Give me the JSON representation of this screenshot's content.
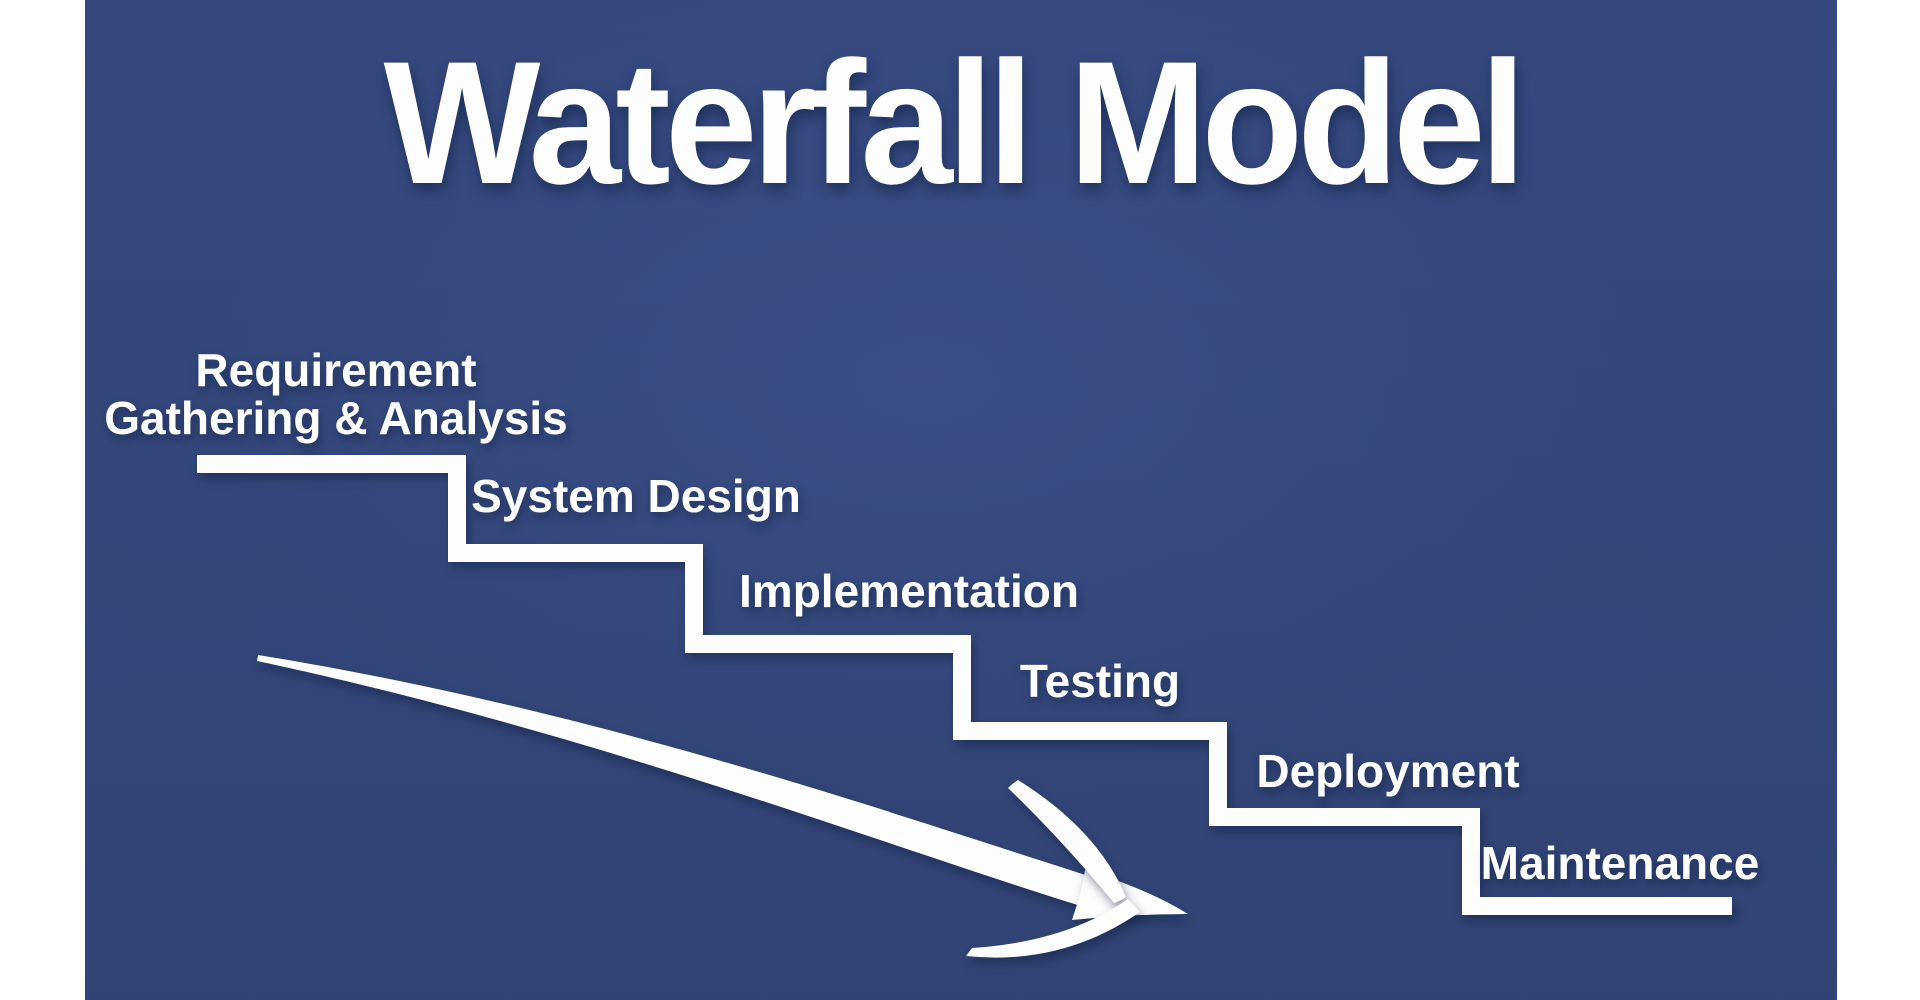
{
  "title": "Waterfall Model",
  "phases": [
    {
      "label": "Requirement Gathering & Analysis",
      "lines": [
        "Requirement",
        "Gathering & Analysis"
      ]
    },
    {
      "label": "System Design"
    },
    {
      "label": "Implementation"
    },
    {
      "label": "Testing"
    },
    {
      "label": "Deployment"
    },
    {
      "label": "Maintenance"
    }
  ],
  "arrow_icon": "diagonal-flow-arrow",
  "colors": {
    "background": "#35497E",
    "page_margin": "#FFFFFF",
    "foreground": "#FFFFFF"
  }
}
